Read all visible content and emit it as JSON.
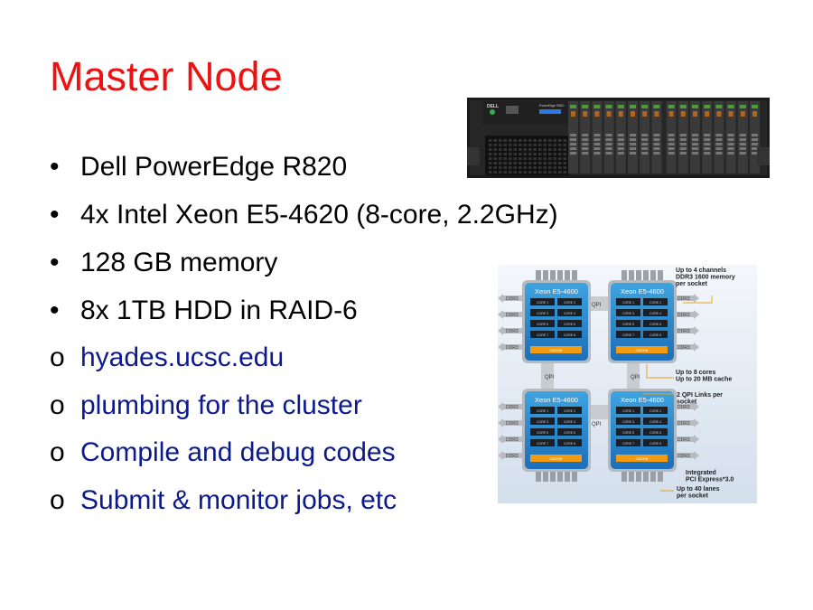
{
  "title": "Master Node",
  "bullets": [
    {
      "marker": "•",
      "text": "Dell PowerEdge R820",
      "style": "black"
    },
    {
      "marker": "•",
      "text": "4x Intel Xeon E5-4620 (8-core, 2.2GHz)",
      "style": "black"
    },
    {
      "marker": "•",
      "text": "128 GB memory",
      "style": "black"
    },
    {
      "marker": "•",
      "text": "8x 1TB HDD in RAID-6",
      "style": "black"
    },
    {
      "marker": "o",
      "text": "hyades.ucsc.edu",
      "style": "blue"
    },
    {
      "marker": "o",
      "text": "plumbing for the cluster",
      "style": "blue"
    },
    {
      "marker": "o",
      "text": "Compile and debug codes",
      "style": "blue"
    },
    {
      "marker": "o",
      "text": "Submit & monitor jobs, etc",
      "style": "blue"
    }
  ],
  "server_image": {
    "brand": "DELL",
    "model": "PowerEdge R820"
  },
  "diagram": {
    "cpu_label": "Xeon E5-4600",
    "cores": [
      "CORE 1",
      "CORE 2",
      "CORE 3",
      "CORE 4",
      "CORE 5",
      "CORE 6",
      "CORE 7",
      "CORE 8"
    ],
    "cache_label": "CACHE",
    "mem_label": "DDR3",
    "link_label": "QPI",
    "annotations": {
      "memory": [
        "Up to 4 channels",
        "DDR3 1600 memory",
        "per socket"
      ],
      "cores": [
        "Up to 8 cores",
        "Up to 20 MB cache"
      ],
      "qpi": [
        "2 QPI Links per",
        "socket"
      ],
      "pcie": [
        "Integrated",
        "PCI Express*3.0",
        "Up to 40 lanes",
        "per socket"
      ]
    }
  }
}
